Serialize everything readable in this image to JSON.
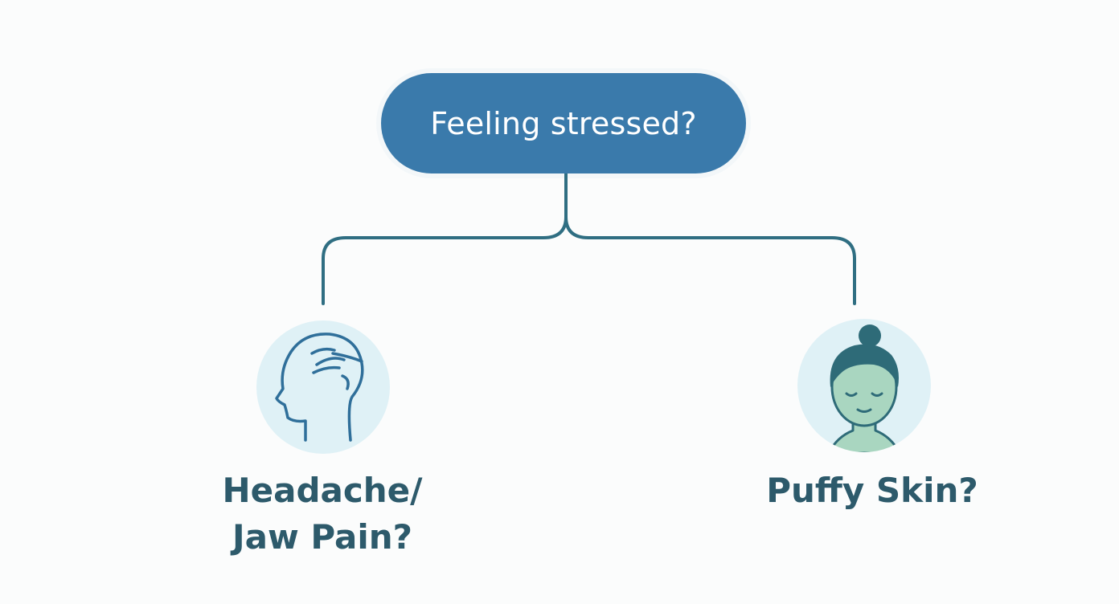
{
  "diagram": {
    "root": {
      "label": "Feeling stressed?"
    },
    "branches": [
      {
        "label_lines": [
          "Headache/",
          "Jaw Pain?"
        ],
        "icon": "head-profile-icon"
      },
      {
        "label_lines": [
          "Puffy Skin?"
        ],
        "icon": "calm-face-icon"
      }
    ]
  },
  "colors": {
    "root_fill": "#3a7aab",
    "root_text": "#ffffff",
    "connector": "#2f6e82",
    "icon_circle": "#dff1f6",
    "icon_stroke": "#2f6f9a",
    "face_fill": "#a9d6c0",
    "hair": "#2e6b78",
    "label_text": "#2d5a6b"
  }
}
